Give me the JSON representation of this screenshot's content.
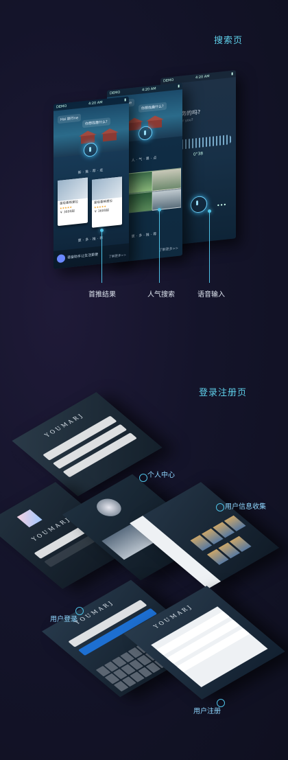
{
  "sections": {
    "search_title": "搜索页",
    "login_title": "登录注册页"
  },
  "search": {
    "status_carrier": "DEMO",
    "time_left": "4:20 AM",
    "time_mid": "4:20 AM",
    "time_right": "4:20 AM",
    "greeting": "Hai 旅行ne",
    "prompt": "你想找趣什么?",
    "prompt_right": "为你服务的吗?",
    "prompt_right_en": "can i do for you?",
    "timer": "0\"38",
    "section_recommended": "新·推·荐·走",
    "section_popular": "人·气·景·点",
    "section_more": "更·多·推·荐",
    "card_title": "星级香格里拉",
    "card_meta": "￥ 3600起",
    "bottom_text": "语音助手让生活更便",
    "bottom_right": "了解更多>>",
    "labels": {
      "first": "首推结果",
      "popular": "人气搜索",
      "voice": "语音输入"
    }
  },
  "login": {
    "logo": "YOUMARJ",
    "labels": {
      "profile": "个人中心",
      "info": "用户信息收集",
      "login": "用户登录",
      "register": "用户注册"
    }
  }
}
